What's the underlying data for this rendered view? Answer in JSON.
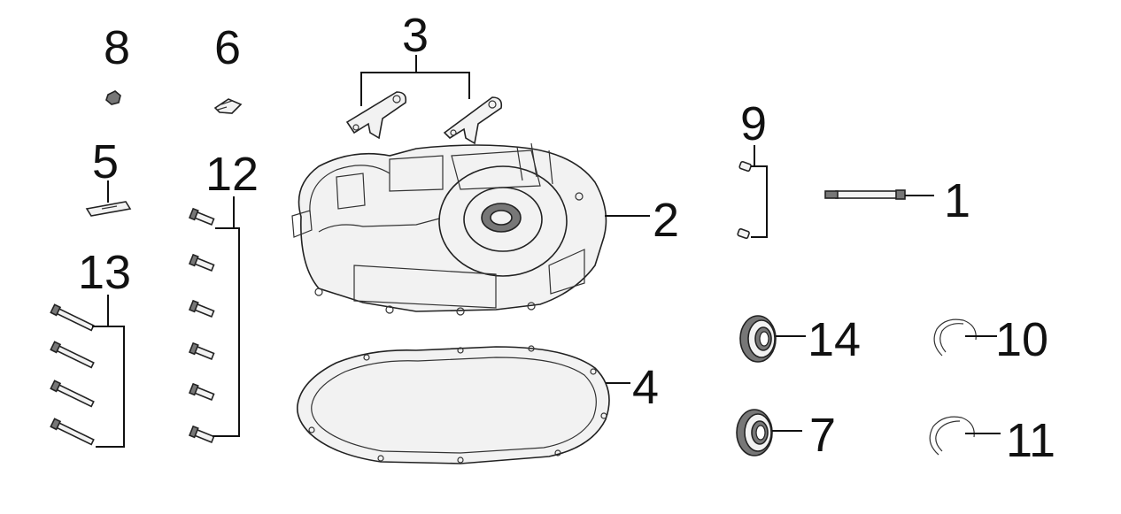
{
  "callouts": [
    {
      "id": "1",
      "label": "1"
    },
    {
      "id": "2",
      "label": "2"
    },
    {
      "id": "3",
      "label": "3"
    },
    {
      "id": "4",
      "label": "4"
    },
    {
      "id": "5",
      "label": "5"
    },
    {
      "id": "6",
      "label": "6"
    },
    {
      "id": "7",
      "label": "7"
    },
    {
      "id": "8",
      "label": "8"
    },
    {
      "id": "9",
      "label": "9"
    },
    {
      "id": "10",
      "label": "10"
    },
    {
      "id": "11",
      "label": "11"
    },
    {
      "id": "12",
      "label": "12"
    },
    {
      "id": "13",
      "label": "13"
    },
    {
      "id": "14",
      "label": "14"
    }
  ],
  "parts": {
    "1": "shaft",
    "2": "cover",
    "3": "bracket-pair",
    "4": "gasket",
    "5": "plate",
    "6": "clip",
    "7": "bearing-seal",
    "8": "nut",
    "9": "dowel-pair",
    "10": "snap-ring",
    "11": "snap-ring",
    "12": "bolt-set",
    "13": "long-bolt-set",
    "14": "bearing-seal"
  },
  "colors": {
    "line": "#222222",
    "fill": "#f2f2f2",
    "dark": "#777777"
  }
}
